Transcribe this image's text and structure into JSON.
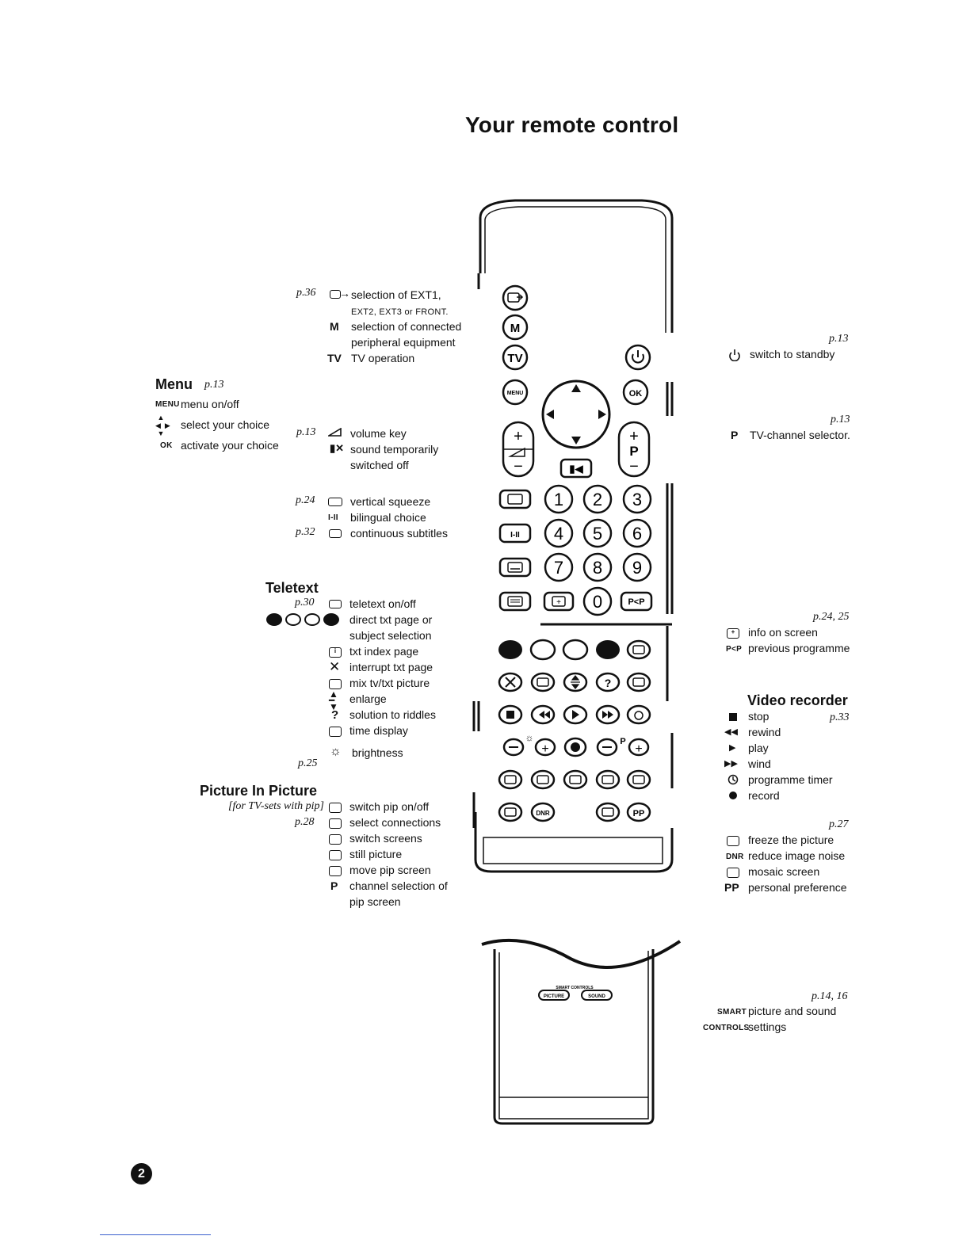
{
  "page_title": "Your remote control",
  "page_number": "2",
  "remote": {
    "btn_menu": "MENU",
    "btn_ok": "OK",
    "btn_tv": "TV",
    "btn_m": "M",
    "btn_p": "P",
    "btn_pip": "P<P",
    "btn_dnr": "DNR",
    "btn_pp": "PP",
    "btn_one_two": "I-II",
    "digits": [
      "1",
      "2",
      "3",
      "4",
      "5",
      "6",
      "7",
      "8",
      "9",
      "0"
    ],
    "smart_controls_label": "SMART CONTROLS",
    "btn_picture": "PICTURE",
    "btn_sound": "SOUND"
  },
  "left": {
    "source": {
      "ref": "p.36",
      "line1": "selection of EXT1,",
      "line2": "EXT2, EXT3 or FRONT."
    },
    "m": {
      "symbol": "M",
      "line1": "selection of connected",
      "line2": "peripheral equipment"
    },
    "tv": {
      "symbol": "TV",
      "label": "TV operation"
    },
    "menu": {
      "heading": "Menu",
      "ref": "p.13",
      "menu_symbol": "MENU",
      "menu_label": "menu on/off",
      "arrows_label": "select your choice",
      "ok_symbol": "OK",
      "ok_label": "activate your choice"
    },
    "volume": {
      "ref": "p.13",
      "volume_label": "volume key",
      "mute_line1": "sound temporarily",
      "mute_line2": "switched off"
    },
    "format": {
      "ref": "p.24",
      "squeeze_label": "vertical squeeze",
      "bilingual_symbol": "I-II",
      "bilingual_label": "bilingual choice",
      "subtitle_ref": "p.32",
      "subtitle_label": "continuous subtitles"
    },
    "teletext": {
      "heading": "Teletext",
      "ref": "p.30",
      "onoff_label": "teletext on/off",
      "colour_line1": "direct txt page or",
      "colour_line2": "subject selection",
      "index_label": "txt index page",
      "interrupt_label": "interrupt txt page",
      "mix_label": "mix tv/txt picture",
      "enlarge_label": "enlarge",
      "riddle_symbol": "?",
      "riddle_label": "solution to riddles",
      "time_label": "time display",
      "brightness_label": "brightness",
      "brightness_ref": "p.25"
    },
    "pip": {
      "heading": "Picture In Picture",
      "note": "[for TV-sets with pip]",
      "ref": "p.28",
      "onoff_label": "switch pip on/off",
      "connections_label": "select connections",
      "screens_label": "switch screens",
      "still_label": "still picture",
      "move_label": "move pip screen",
      "p_symbol": "P",
      "channel_line1": "channel selection of",
      "channel_line2": "pip screen"
    }
  },
  "right": {
    "standby": {
      "ref": "p.13",
      "label": "switch to standby"
    },
    "channel": {
      "ref": "p.13",
      "symbol": "P",
      "label": "TV-channel selector."
    },
    "info": {
      "ref": "p.24, 25",
      "info_label": "info on screen",
      "pp_symbol": "P<P",
      "pp_label": "previous programme"
    },
    "video": {
      "heading": "Video recorder",
      "ref": "p.33",
      "stop": "stop",
      "rewind": "rewind",
      "play": "play",
      "wind": "wind",
      "timer": "programme timer",
      "record": "record"
    },
    "extra": {
      "ref": "p.27",
      "freeze": "freeze the picture",
      "dnr_symbol": "DNR",
      "dnr_label": "reduce image noise",
      "mosaic": "mosaic screen",
      "pp_symbol": "PP",
      "pp_label": "personal preference"
    },
    "smart": {
      "ref": "p.14, 16",
      "symbol1": "SMART",
      "symbol2": "CONTROLS",
      "line1": "picture and sound",
      "line2": "settings"
    }
  }
}
